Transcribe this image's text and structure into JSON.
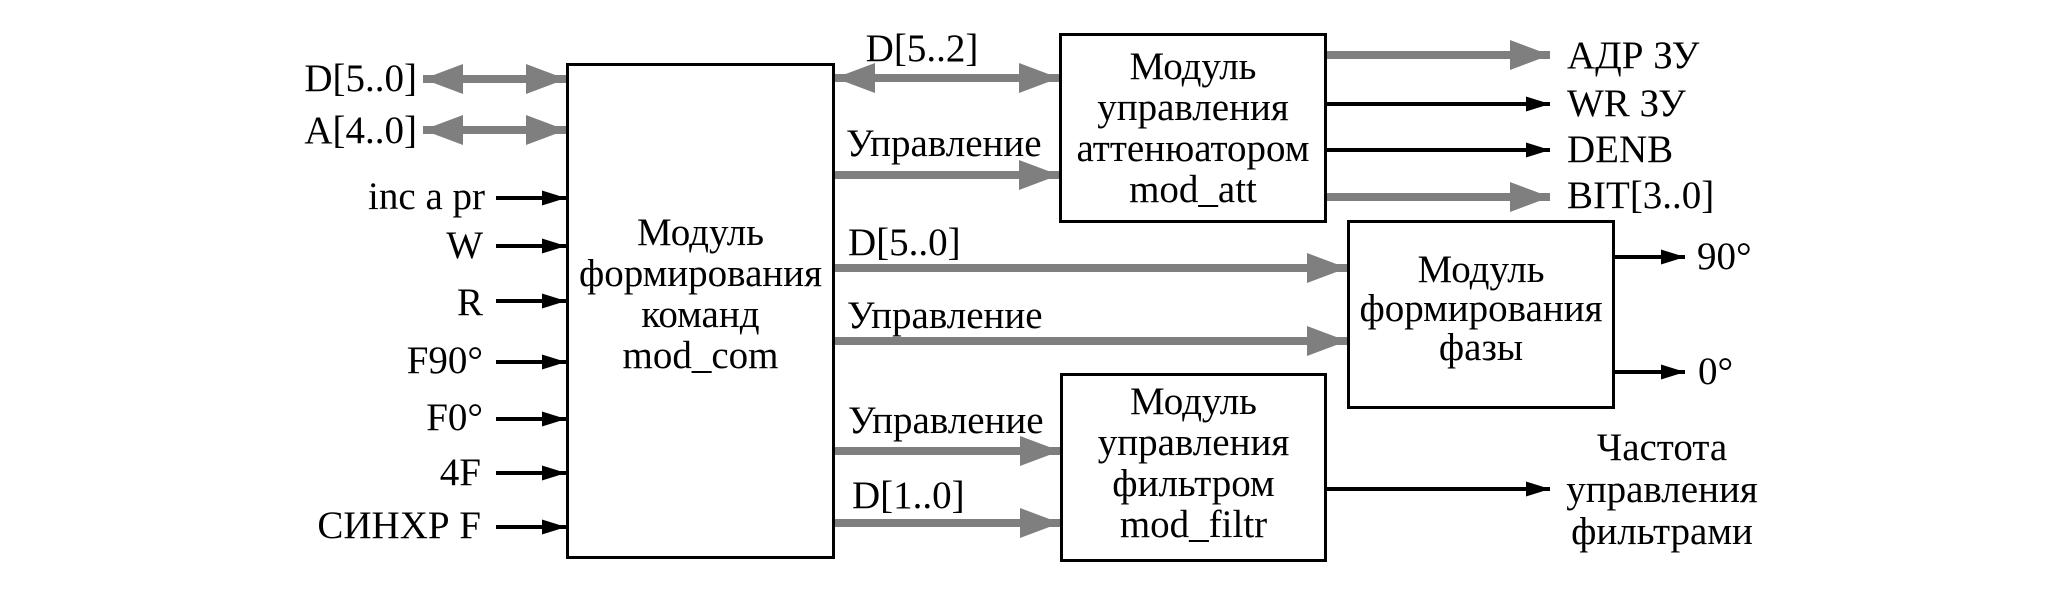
{
  "modules": {
    "mod_com": {
      "lines": [
        "Модуль",
        "формирования",
        "команд",
        "mod_com"
      ]
    },
    "mod_att": {
      "lines": [
        "Модуль",
        "управления",
        "аттенюатором",
        "mod_att"
      ]
    },
    "mod_phase": {
      "lines": [
        "Модуль",
        "формирования",
        "фазы"
      ]
    },
    "mod_filtr": {
      "lines": [
        "Модуль",
        "управления",
        "фильтром",
        "mod_filtr"
      ]
    }
  },
  "left_inputs": [
    {
      "label": "D[5..0]",
      "type": "bus-bidirectional"
    },
    {
      "label": "A[4..0]",
      "type": "bus-bidirectional"
    },
    {
      "label": "inc a pr",
      "type": "signal"
    },
    {
      "label": "W",
      "type": "signal"
    },
    {
      "label": "R",
      "type": "signal"
    },
    {
      "label": "F90°",
      "type": "signal"
    },
    {
      "label": "F0°",
      "type": "signal"
    },
    {
      "label": "4F",
      "type": "signal"
    },
    {
      "label": "СИНХР F",
      "type": "signal"
    }
  ],
  "internal_buses": [
    {
      "label": "D[5..2]",
      "from": "mod_com",
      "to": "mod_att",
      "type": "bus-bidirectional"
    },
    {
      "label": "Управление",
      "from": "mod_com",
      "to": "mod_att",
      "type": "bus"
    },
    {
      "label": "D[5..0]",
      "from": "mod_com",
      "to": "mod_phase",
      "type": "bus"
    },
    {
      "label": "Управление",
      "from": "mod_com",
      "to": "mod_phase",
      "type": "bus"
    },
    {
      "label": "Управление",
      "from": "mod_com",
      "to": "mod_filtr",
      "type": "bus"
    },
    {
      "label": "D[1..0]",
      "from": "mod_com",
      "to": "mod_filtr",
      "type": "bus"
    }
  ],
  "outputs": {
    "mod_att": [
      "АДР ЗУ",
      "WR ЗУ",
      "DENB",
      "BIT[3..0]"
    ],
    "mod_phase": [
      "90°",
      "0°"
    ],
    "mod_filtr_lines": [
      "Частота",
      "управления",
      "фильтрами"
    ]
  },
  "colors": {
    "bus": "#7f7f7f",
    "signal": "#000000"
  }
}
